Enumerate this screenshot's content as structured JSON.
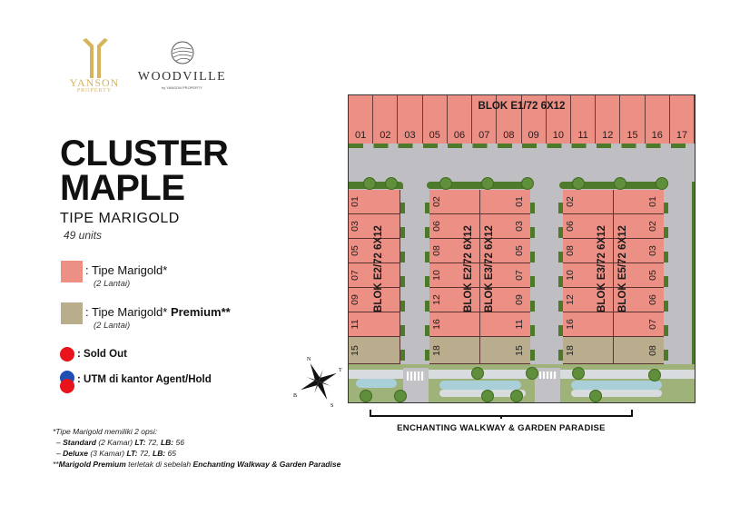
{
  "logos": {
    "yanson": {
      "name": "YANSON",
      "sub": "PROPERTY",
      "color": "#d5b45c"
    },
    "woodville": {
      "name": "WOODVILLE",
      "sub": "by YANSON PROPERTY"
    }
  },
  "header": {
    "title_line1": "CLUSTER",
    "title_line2": "MAPLE",
    "subtitle": "TIPE MARIGOLD",
    "units": "49 units"
  },
  "legend": [
    {
      "type": "swatch",
      "color": "#ec8f85",
      "label": ": Tipe Marigold*",
      "sub": "(2 Lantai)"
    },
    {
      "type": "swatch",
      "color": "#b9ad8e",
      "label": ": Tipe Marigold* ",
      "label_bold": "Premium**",
      "sub": "(2 Lantai)"
    },
    {
      "type": "dot",
      "colors": [
        "#e8131b"
      ],
      "label": ": Sold Out"
    },
    {
      "type": "dot",
      "colors": [
        "#1d4fb5",
        "#e8131b"
      ],
      "label": ": UTM di kantor Agent/Hold"
    }
  ],
  "footnotes": {
    "line1": "*Tipe Marigold memiliki 2 opsi:",
    "line2": {
      "dash": "–",
      "name": "Standard",
      "desc": " (2 Kamar) ",
      "lt_label": "LT:",
      "lt": " 72, ",
      "lb_label": "LB:",
      "lb": " 56"
    },
    "line3": {
      "dash": "–",
      "name": "Deluxe",
      "desc": " (3 Kamar) ",
      "lt_label": "LT:",
      "lt": " 72, ",
      "lb_label": "LB:",
      "lb": " 65"
    },
    "line4": {
      "prefix": "**",
      "bold1": "Marigold Premium",
      "middle": " terletak di sebelah ",
      "bold2": "Enchanting Walkway & Garden Paradise"
    }
  },
  "map": {
    "top_block": {
      "label": "BLOK E1/72 6X12",
      "lots": [
        "01",
        "02",
        "03",
        "05",
        "06",
        "07",
        "08",
        "09",
        "10",
        "11",
        "12",
        "15",
        "16",
        "17"
      ]
    },
    "blocks": [
      {
        "label": "BLOK E2/72 6X12",
        "lots": [
          "01",
          "03",
          "05",
          "07",
          "09",
          "11",
          "15"
        ],
        "premium_last": true
      },
      {
        "label": "BLOK E2/72 6X12",
        "lots": [
          "02",
          "06",
          "08",
          "10",
          "12",
          "16",
          "18"
        ],
        "premium_last": true
      },
      {
        "label": "BLOK E3/72 6X12",
        "lots": [
          "01",
          "03",
          "05",
          "07",
          "09",
          "11",
          "15"
        ],
        "premium_last": true
      },
      {
        "label": "BLOK E3/72 6X12",
        "lots": [
          "02",
          "06",
          "08",
          "10",
          "12",
          "16",
          "18"
        ],
        "premium_last": true
      },
      {
        "label": "BLOK E5/72 6X12",
        "lots": [
          "01",
          "02",
          "03",
          "05",
          "06",
          "07",
          "08"
        ],
        "premium_last": true
      }
    ],
    "walkway_label": "ENCHANTING WALKWAY & GARDEN PARADISE",
    "compass": {
      "n": "N",
      "s": "S",
      "e": "T",
      "w": "B"
    }
  }
}
